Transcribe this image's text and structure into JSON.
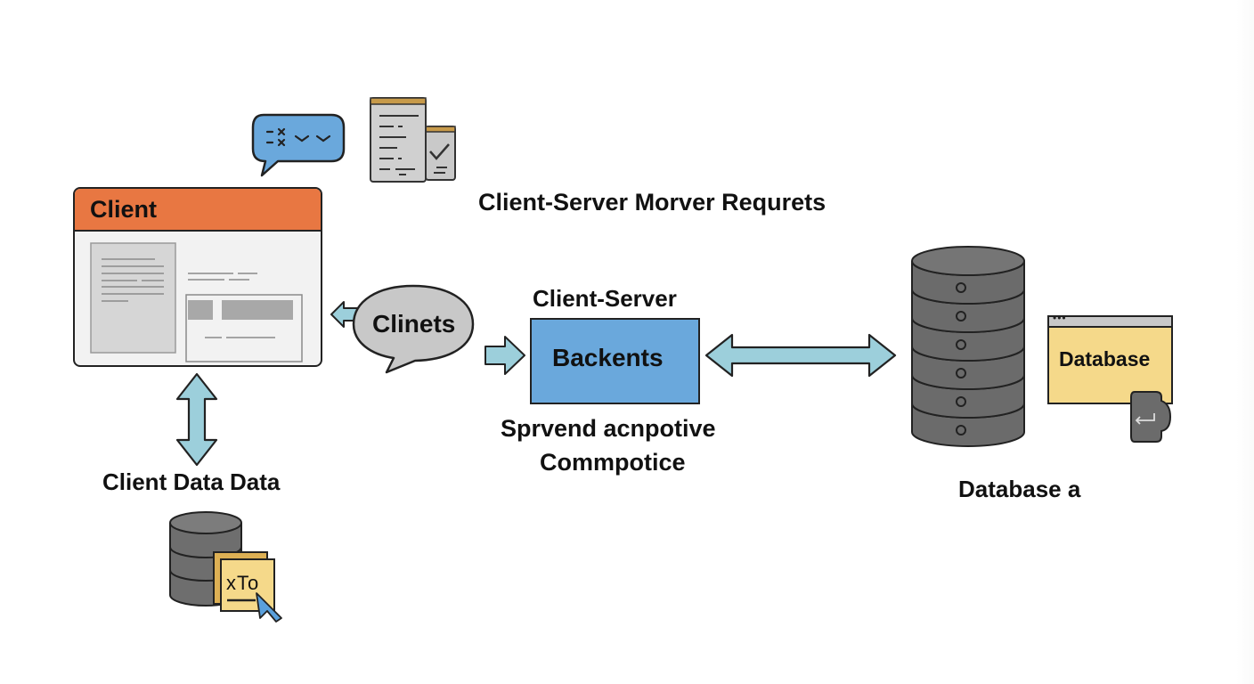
{
  "diagram": {
    "title": "Client-Server  Morver Requrets",
    "client_window": {
      "title": "Client",
      "header_color": "#E87742",
      "body_color": "#F0F0F0"
    },
    "speech_bubble_blue": {
      "symbols": "=×  ⌄ ⌄",
      "color": "#6AA8DC"
    },
    "clinets_bubble": {
      "label": "Clinets",
      "color": "#C8C8C8"
    },
    "server": {
      "heading": "Client-Server",
      "label": "Backents",
      "caption_line1": "Sprvend acnpotive",
      "caption_line2": "Commpotice",
      "color": "#6AA8DC"
    },
    "client_data": {
      "label": "Client Data Data",
      "card_text": "xTo",
      "card_color": "#F5D98A"
    },
    "database": {
      "label": "Database a",
      "window_label": "Database",
      "window_color": "#F5D98A",
      "cylinder_color": "#6B6B6B"
    },
    "arrow_color": "#9CCFDB"
  }
}
